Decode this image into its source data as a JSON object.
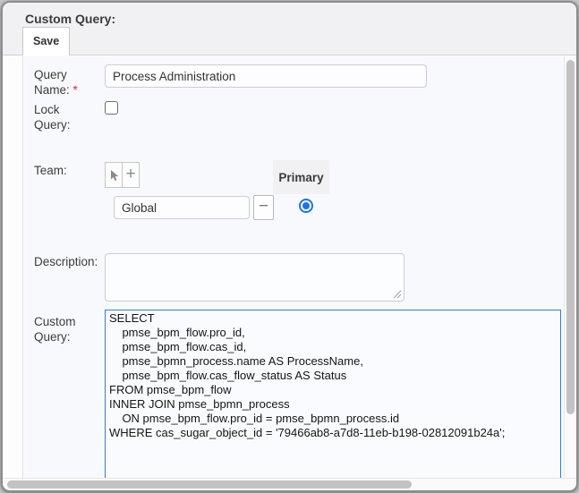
{
  "window": {
    "title": "Custom Query:"
  },
  "toolbar": {
    "save_label": "Save"
  },
  "form": {
    "query_name": {
      "label": "Query Name:",
      "required_mark": "*",
      "value": "Process Administration"
    },
    "lock_query": {
      "label": "Lock Query:",
      "checked": false
    },
    "team": {
      "label": "Team:",
      "primary_header": "Primary",
      "add_symbol": "+",
      "remove_symbol": "−",
      "rows": [
        {
          "name": "Global",
          "primary": true
        }
      ]
    },
    "description": {
      "label": "Description:",
      "value": ""
    },
    "custom_query": {
      "label": "Custom Query:",
      "value": "SELECT\n    pmse_bpm_flow.pro_id,\n    pmse_bpm_flow.cas_id,\n    pmse_bpmn_process.name AS ProcessName,\n    pmse_bpm_flow.cas_flow_status AS Status\nFROM pmse_bpm_flow\nINNER JOIN pmse_bpmn_process\n    ON pmse_bpm_flow.pro_id = pmse_bpmn_process.id\nWHERE cas_sugar_object_id = '79466ab8-a7d8-11eb-b198-02812091b24a';"
    }
  },
  "colors": {
    "accent": "#1b74e8",
    "focus": "#2b7fd6",
    "required": "#e0262d"
  }
}
